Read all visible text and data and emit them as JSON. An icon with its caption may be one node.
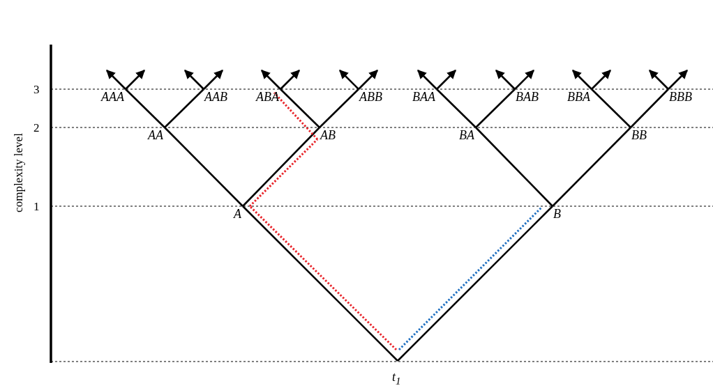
{
  "diagram": {
    "nodes": [
      {
        "text": [
          "AAA"
        ]
      },
      {
        "text": [
          "AAB"
        ]
      },
      {
        "text": [
          "ABA"
        ]
      },
      {
        "text": [
          "ABB"
        ]
      },
      {
        "text": [
          "BAA"
        ]
      },
      {
        "text": [
          "BAB"
        ]
      },
      {
        "text": [
          "BBA"
        ]
      },
      {
        "text": [
          "BBB"
        ]
      },
      {
        "text": [
          "AA"
        ]
      },
      {
        "text": [
          "AB"
        ]
      },
      {
        "text": [
          "BA"
        ]
      },
      {
        "text": [
          "BB"
        ]
      },
      {
        "text": [
          "A"
        ]
      },
      {
        "text": [
          "B"
        ]
      },
      {
        "text": [
          "t$_{1}$"
        ]
      }
    ],
    "edges": [
      {
        "from": 14,
        "to": 12,
        "arrow": "none"
      },
      {
        "from": 14,
        "to": 13,
        "arrow": "none"
      },
      {
        "from": 12,
        "to": 8,
        "arrow": "none"
      },
      {
        "from": 12,
        "to": 9,
        "arrow": "none"
      },
      {
        "from": 13,
        "to": 10,
        "arrow": "none"
      },
      {
        "from": 13,
        "to": 11,
        "arrow": "none"
      },
      {
        "from": 8,
        "to": 0,
        "arrow": "none"
      },
      {
        "from": 8,
        "to": 1,
        "arrow": "none"
      },
      {
        "from": 9,
        "to": 2,
        "arrow": "none"
      },
      {
        "from": 9,
        "to": 3,
        "arrow": "none"
      },
      {
        "from": 10,
        "to": 4,
        "arrow": "none"
      },
      {
        "from": 10,
        "to": 5,
        "arrow": "none"
      },
      {
        "from": 11,
        "to": 6,
        "arrow": "none"
      },
      {
        "from": 11,
        "to": 7,
        "arrow": "none"
      },
      {
        "from": 0,
        "to": null,
        "arrow": "to"
      },
      {
        "from": 0,
        "to": null,
        "arrow": "to"
      },
      {
        "from": 1,
        "to": null,
        "arrow": "to"
      },
      {
        "from": 1,
        "to": null,
        "arrow": "to"
      },
      {
        "from": 2,
        "to": null,
        "arrow": "to"
      },
      {
        "from": 2,
        "to": null,
        "arrow": "to"
      },
      {
        "from": 3,
        "to": null,
        "arrow": "to"
      },
      {
        "from": 3,
        "to": null,
        "arrow": "to"
      },
      {
        "from": 4,
        "to": null,
        "arrow": "to"
      },
      {
        "from": 4,
        "to": null,
        "arrow": "to"
      },
      {
        "from": 5,
        "to": null,
        "arrow": "to"
      },
      {
        "from": 5,
        "to": null,
        "arrow": "to"
      },
      {
        "from": 6,
        "to": null,
        "arrow": "to"
      },
      {
        "from": 6,
        "to": null,
        "arrow": "to"
      },
      {
        "from": 7,
        "to": null,
        "arrow": "to"
      },
      {
        "from": 7,
        "to": null,
        "arrow": "to"
      },
      {
        "from": 14,
        "to": 12,
        "arrow": "none",
        "style": "dashed",
        "color": "#e8242a"
      },
      {
        "from": 12,
        "to": 9,
        "arrow": "none",
        "style": "dashed",
        "color": "#e8242a"
      },
      {
        "from": 9,
        "to": 2,
        "arrow": "none",
        "style": "dashed",
        "color": "#e8242a"
      },
      {
        "from": 14,
        "to": 13,
        "arrow": "none",
        "style": "dashed",
        "color": "#1f6fc0"
      }
    ],
    "labels": [
      "3",
      "2",
      "complexity level",
      "1"
    ]
  }
}
